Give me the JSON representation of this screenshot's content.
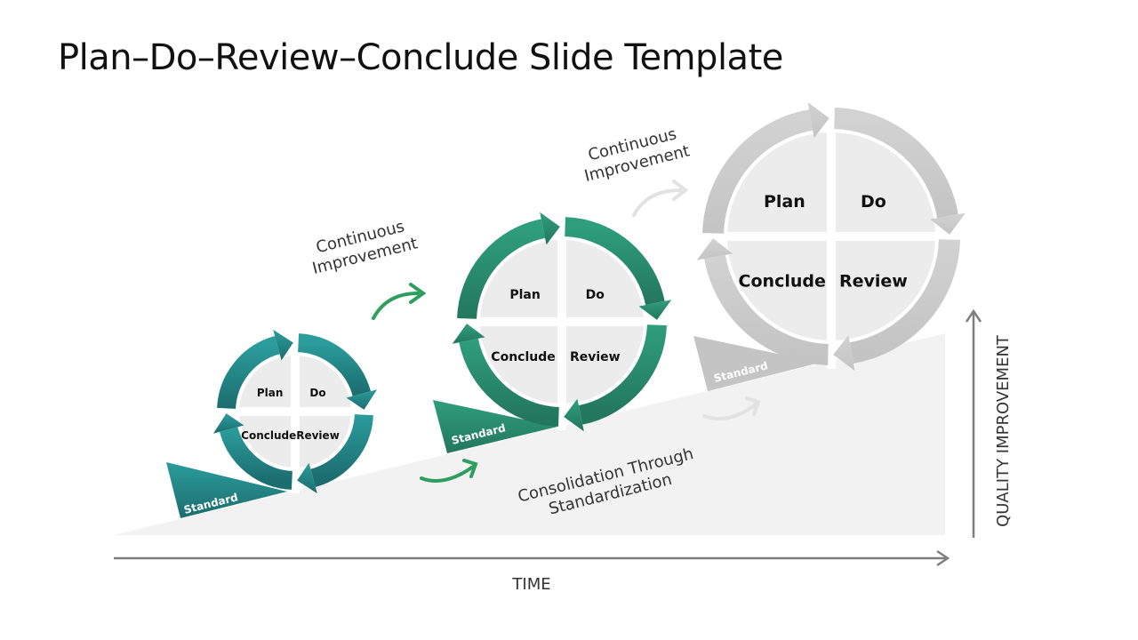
{
  "title": "Plan–Do–Review–Conclude Slide Template",
  "cycles": [
    {
      "labels": [
        "Plan",
        "Do",
        "Review",
        "Conclude"
      ],
      "standard": "Standard",
      "color_top": "#2b9c9c",
      "color_bottom": "#1c6d6f",
      "label_color": "#111111"
    },
    {
      "labels": [
        "Plan",
        "Do",
        "Review",
        "Conclude"
      ],
      "standard": "Standard",
      "color_top": "#2f9e7c",
      "color_bottom": "#23775c",
      "label_color": "#111111"
    },
    {
      "labels": [
        "Plan",
        "Do",
        "Review",
        "Conclude"
      ],
      "standard": "Standard",
      "color_top": "#d2d2d2",
      "color_bottom": "#c4c4c4",
      "label_color": "#c8c8c8"
    }
  ],
  "notes": {
    "continuous_1": [
      "Continuous",
      "Improvement"
    ],
    "continuous_2": [
      "Continuous",
      "Improvement"
    ],
    "consolidation": [
      "Consolidation Through",
      "Standardization"
    ]
  },
  "axes": {
    "x_label": "TIME",
    "y_label": "QUALITY IMPROVEMENT"
  },
  "colors": {
    "arrow_green": "#2e9e5e",
    "axis": "#7f7f7f",
    "wedge": "#f2f2f2"
  }
}
